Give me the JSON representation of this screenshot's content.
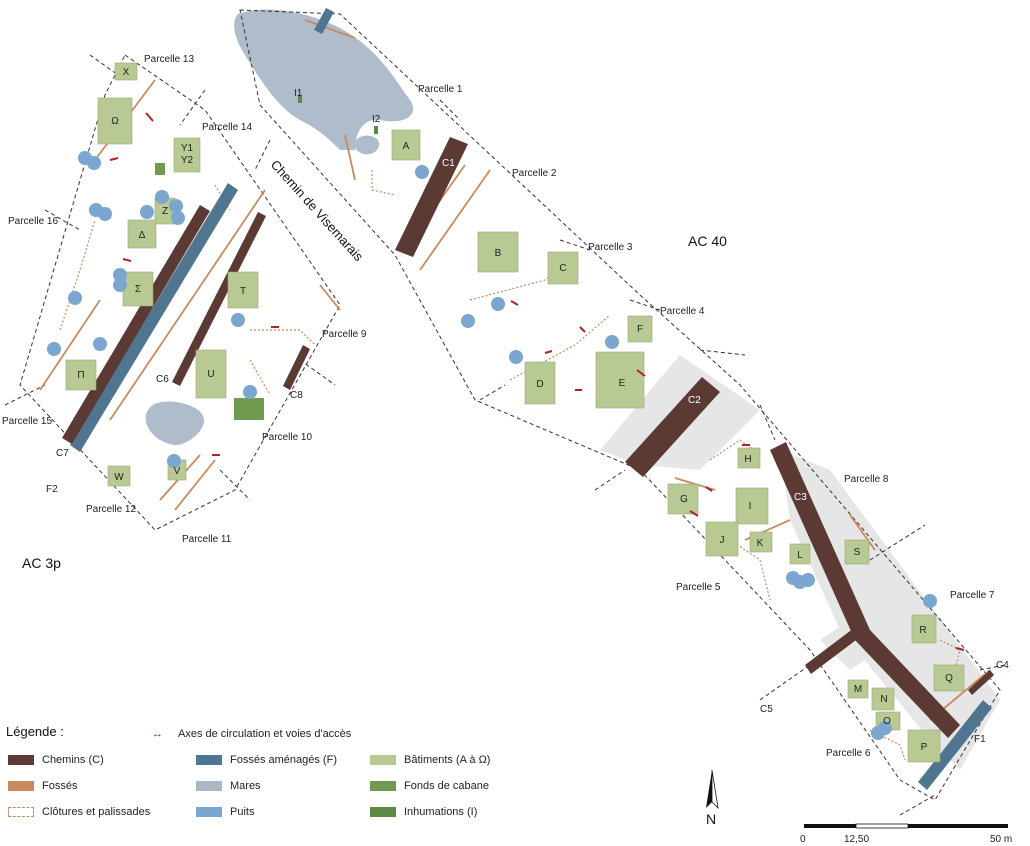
{
  "colors": {
    "chemins": "#5a3a33",
    "fosses": "#c98a5e",
    "clotures": "#c98a5e",
    "fosses_amenages": "#4f7591",
    "mares": "#a9b8c6",
    "puits": "#7aa6d0",
    "batiments": "#b9c993",
    "fonds_cabane": "#6f9a4f",
    "inhumations": "#5e8a48",
    "axes": "#b22222",
    "ground": "#e4e4e4"
  },
  "labels": {
    "area_east": "AC 40",
    "area_west": "AC 3p",
    "road": "Chemin de Visemarais"
  },
  "parcels": [
    "Parcelle 1",
    "Parcelle 2",
    "Parcelle 3",
    "Parcelle 4",
    "Parcelle 5",
    "Parcelle 6",
    "Parcelle 7",
    "Parcelle 8",
    "Parcelle 9",
    "Parcelle 10",
    "Parcelle 11",
    "Parcelle 12",
    "Parcelle 13",
    "Parcelle 14",
    "Parcelle 15",
    "Parcelle 16"
  ],
  "features": {
    "chemins": [
      "C1",
      "C2",
      "C3",
      "C4",
      "C5",
      "C6",
      "C7",
      "C8"
    ],
    "fosses_amenages": [
      "F1",
      "F2"
    ],
    "inhumations": [
      "I1",
      "I2"
    ]
  },
  "buildings": [
    "A",
    "B",
    "C",
    "D",
    "E",
    "F",
    "G",
    "H",
    "I",
    "J",
    "K",
    "L",
    "M",
    "N",
    "O",
    "P",
    "Q",
    "R",
    "S",
    "T",
    "U",
    "V",
    "W",
    "X",
    "Y1",
    "Y2",
    "Z",
    "Ω",
    "Δ",
    "Σ",
    "Π"
  ],
  "legend": {
    "title": "Légende :",
    "axes": "Axes de circulation et voies d'accès",
    "chemins": "Chemins (C)",
    "fosses": "Fossés",
    "clotures": "Clôtures et palissades",
    "fosses_amenages": "Fossés aménagés (F)",
    "mares": "Mares",
    "puits": "Puits",
    "batiments": "Bâtiments (A à Ω)",
    "fonds_cabane": "Fonds de cabane",
    "inhumations": "Inhumations (I)"
  },
  "north": "N",
  "scale": {
    "ticks": [
      "0",
      "12,50",
      "50 m"
    ]
  }
}
